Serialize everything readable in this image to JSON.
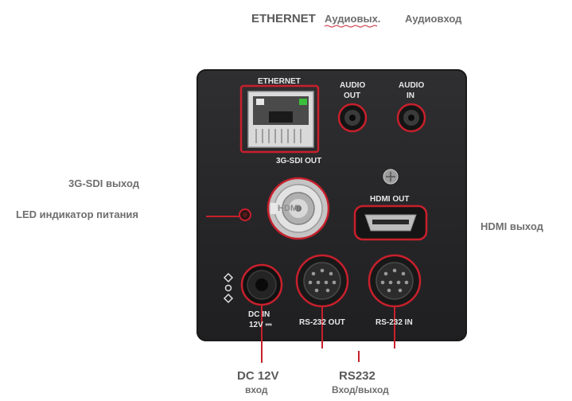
{
  "top_labels": {
    "ethernet": "ETHERNET",
    "audio_out": "Аудиовых.",
    "audio_in": "Аудиовход"
  },
  "side_labels": {
    "sdi": "3G-SDI выход",
    "led": "LED индикатор питания",
    "hdmi": "HDMI выход"
  },
  "bottom_labels": {
    "dc_title": "DC 12V",
    "dc_sub": "вход",
    "rs232_title": "RS232",
    "rs232_sub": "Вход/выход"
  },
  "panel": {
    "ethernet": "ETHERNET",
    "audio_out_line1": "AUDIO",
    "audio_out_line2": "OUT",
    "audio_in_line1": "AUDIO",
    "audio_in_line2": "IN",
    "sdi_out": "3G-SDI OUT",
    "hdmi_out": "HDMI OUT",
    "dc_in_line1": "DC IN",
    "dc_in_line2": "12V ⎓",
    "rs232_out": "RS-232 OUT",
    "rs232_in": "RS-232 IN",
    "hdmi_logo_text": "HDMI"
  },
  "colors": {
    "callout": "#c8202c",
    "panel": "#2a2a2c",
    "label_gray": "#6e6e6e"
  }
}
